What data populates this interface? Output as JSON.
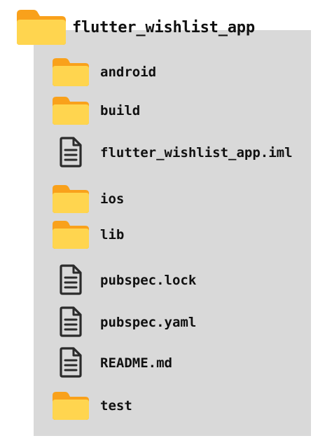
{
  "root": {
    "name": "flutter_wishlist_app",
    "icon": "folder-icon"
  },
  "items": [
    {
      "name": "android",
      "type": "folder",
      "icon": "folder-icon"
    },
    {
      "name": "build",
      "type": "folder",
      "icon": "folder-icon"
    },
    {
      "name": "flutter_wishlist_app.iml",
      "type": "file",
      "icon": "file-icon"
    },
    {
      "name": "ios",
      "type": "folder",
      "icon": "folder-icon"
    },
    {
      "name": "lib",
      "type": "folder",
      "icon": "folder-icon"
    },
    {
      "name": "pubspec.lock",
      "type": "file",
      "icon": "file-icon"
    },
    {
      "name": "pubspec.yaml",
      "type": "file",
      "icon": "file-icon"
    },
    {
      "name": "README.md",
      "type": "file",
      "icon": "file-icon"
    },
    {
      "name": "test",
      "type": "folder",
      "icon": "folder-icon"
    }
  ],
  "colors": {
    "folder_back": "#F9A11B",
    "folder_front": "#FFD54F",
    "file_stroke": "#2b2b2b",
    "panel_bg": "#D9D9D9"
  }
}
